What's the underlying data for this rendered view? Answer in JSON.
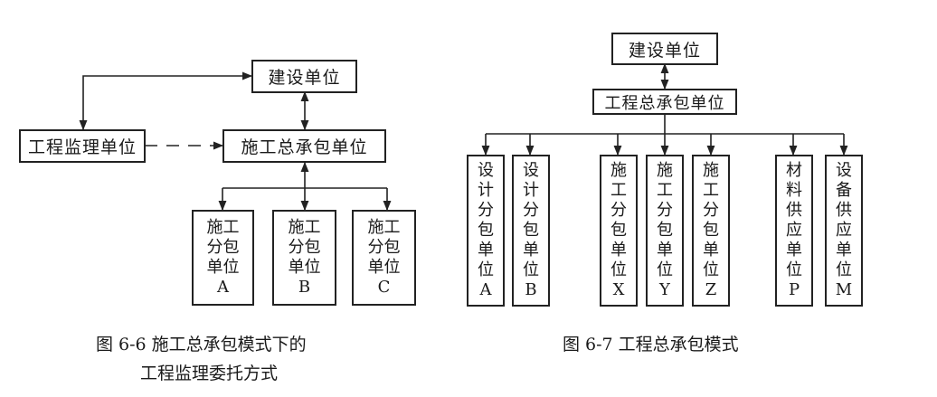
{
  "left": {
    "client": "建设单位",
    "supervisor": "工程监理单位",
    "general": "施工总承包单位",
    "subs": [
      "施工\n分包\n单位\nA",
      "施工\n分包\n单位\nB",
      "施工\n分包\n单位\nC"
    ],
    "caption_line1": "图 6-6   施工总承包模式下的",
    "caption_line2": "工程监理委托方式"
  },
  "right": {
    "client": "建设单位",
    "general": "工程总承包单位",
    "subs": [
      "设\n计\n分\n包\n单\n位\nA",
      "设\n计\n分\n包\n单\n位\nB",
      "施\n工\n分\n包\n单\n位\nX",
      "施\n工\n分\n包\n单\n位\nY",
      "施\n工\n分\n包\n单\n位\nZ",
      "材\n料\n供\n应\n单\n位\nP",
      "设\n备\n供\n应\n单\n位\nM"
    ],
    "caption": "图 6-7   工程总承包模式"
  }
}
